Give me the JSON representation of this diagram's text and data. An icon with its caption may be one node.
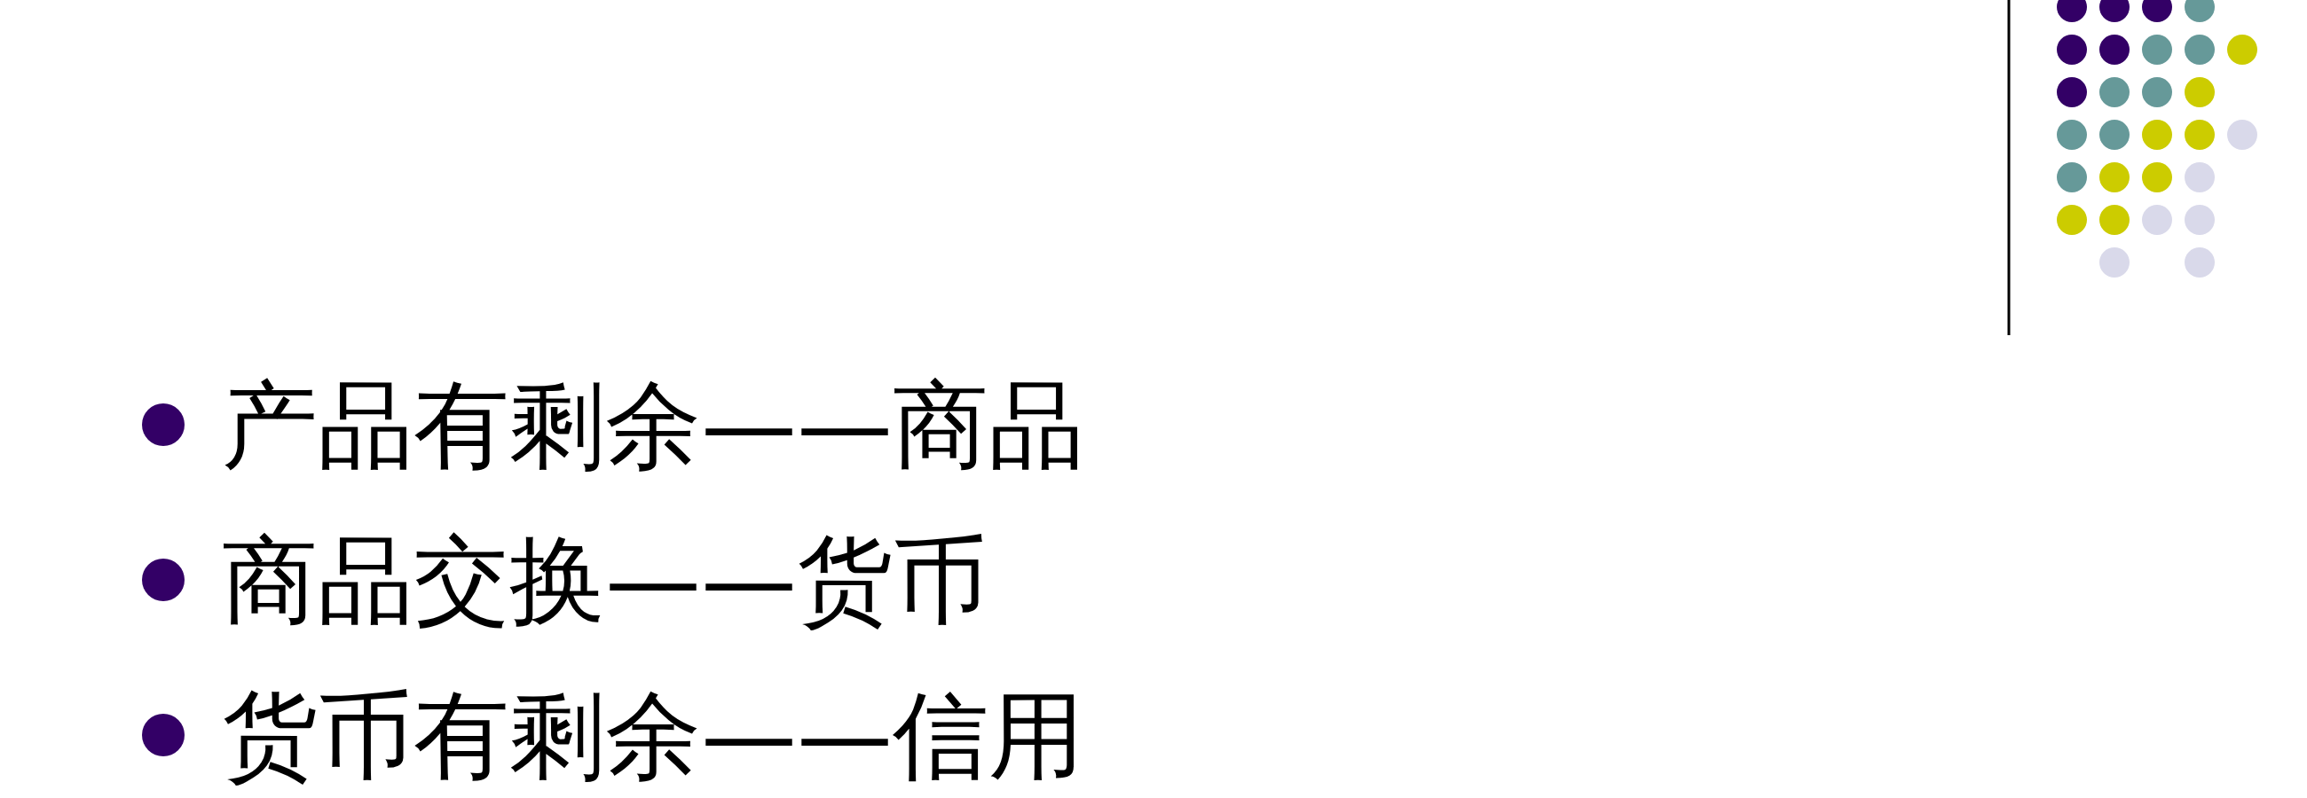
{
  "diagram": {
    "labels": [
      "产品有剩余——商品",
      "商品交换——货币",
      "货币有剩余——信用"
    ]
  }
}
